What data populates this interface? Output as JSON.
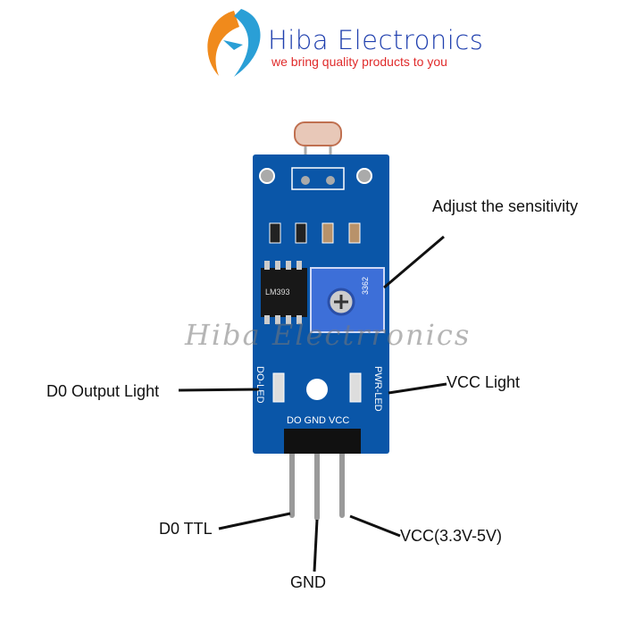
{
  "logo": {
    "name": "Hiba Electronics",
    "tagline": "we bring quality products to you"
  },
  "watermark": "Hiba Electrronics",
  "board": {
    "header_label": "DO GND VCC",
    "left_led_label": "DO-LED",
    "right_led_label": "PWR-LED",
    "pot_label": "3362",
    "chip_label": "LM393"
  },
  "annotations": {
    "adjust": "Adjust the sensitivity",
    "do_light": "D0 Output Light",
    "vcc_light": "VCC Light",
    "do_ttl": "D0 TTL",
    "gnd": "GND",
    "vcc": "VCC(3.3V-5V)"
  },
  "colors": {
    "board": "#0a56a8",
    "pot": "#3d6fd8",
    "brand": "#1f3fae",
    "tagline": "#e02b2b"
  }
}
